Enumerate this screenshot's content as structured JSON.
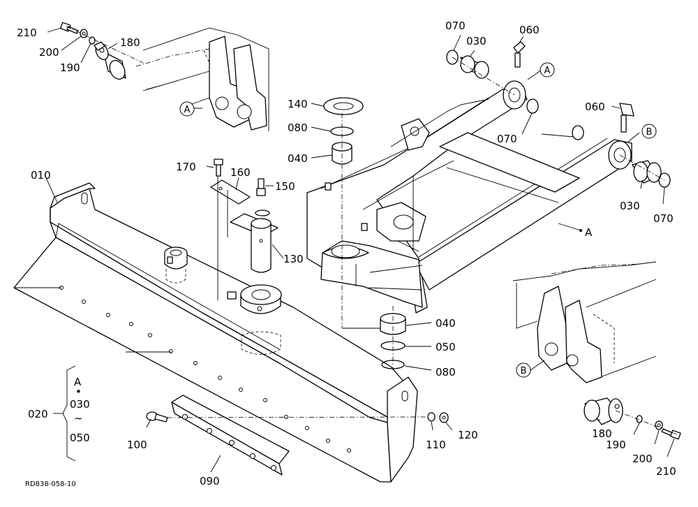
{
  "labels": {
    "p010": "010",
    "p020": "020",
    "p030a": "030",
    "p030b": "030",
    "p040a": "040",
    "p040b": "040",
    "p050": "050",
    "p060a": "060",
    "p060b": "060",
    "p070a": "070",
    "p070b": "070",
    "p070c": "070",
    "p080a": "080",
    "p080b": "080",
    "p090": "090",
    "p100": "100",
    "p110": "110",
    "p120": "120",
    "p130": "130",
    "p140": "140",
    "p150": "150",
    "p160": "160",
    "p170": "170",
    "p180a": "180",
    "p180b": "180",
    "p190a": "190",
    "p190b": "190",
    "p200a": "200",
    "p200b": "200",
    "p210a": "210",
    "p210b": "210",
    "refA": "A",
    "refB": "B"
  },
  "group020": {
    "line1": "A",
    "line2": "•",
    "line3": "030",
    "line4": "~",
    "line5": "050"
  },
  "callouts": {
    "a1": "A",
    "a2": "A",
    "b1": "B",
    "b2": "B"
  },
  "drawing_code": "RD838-058-10"
}
